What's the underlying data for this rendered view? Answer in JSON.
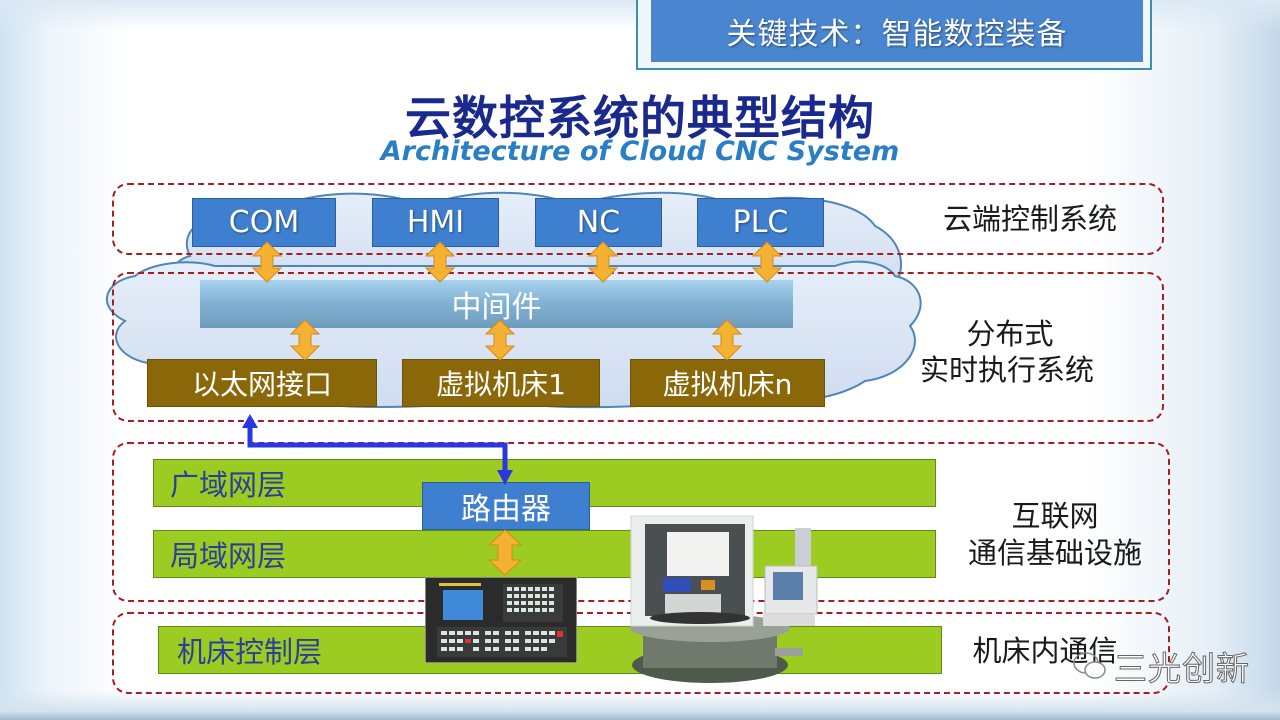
{
  "banner": {
    "text": "关键技术：智能数控装备"
  },
  "title": {
    "cn": "云数控系统的典型结构",
    "en": "Architecture of Cloud CNC System"
  },
  "layers": [
    {
      "label": "云端控制系统"
    },
    {
      "label_line1": "分布式",
      "label_line2": "实时执行系统"
    },
    {
      "label_line1": "互联网",
      "label_line2": "通信基础设施"
    },
    {
      "label": "机床内通信"
    }
  ],
  "cloud_modules": [
    "COM",
    "HMI",
    "NC",
    "PLC"
  ],
  "middleware": "中间件",
  "execution_nodes": [
    "以太网接口",
    "虚拟机床1",
    "虚拟机床n"
  ],
  "network_layers": {
    "wan": "广域网层",
    "lan": "局域网层",
    "machine_control": "机床控制层"
  },
  "router": "路由器",
  "watermark": {
    "text": "三光创新",
    "icon": "wechat-icon"
  },
  "colors": {
    "module_blue": "#3f7fd0",
    "node_brown": "#8a6708",
    "layer_green": "#9ccc22",
    "dash_red": "#a51e22",
    "arrow_orange": "#f5b132",
    "link_blue": "#2a36e0",
    "title_navy": "#1a2a8c"
  }
}
